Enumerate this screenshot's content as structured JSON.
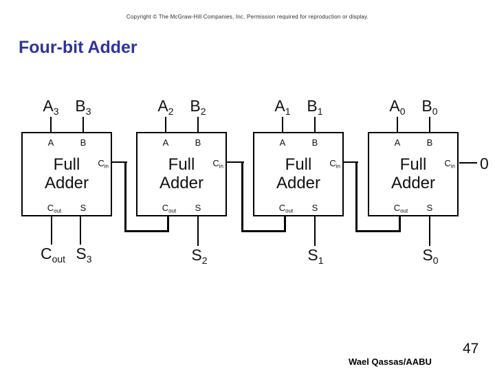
{
  "slide": {
    "copyright": "Copyright © The McGraw-Hill Companies, Inc.  Permission required for reproduction or display.",
    "title": "Four-bit Adder",
    "author": "Wael Qassas/AABU",
    "page_number": "47"
  },
  "colors": {
    "title_text": "#31339B",
    "diagram_line": "#000000",
    "body_text": "#111111",
    "background": "#FFFFFF"
  },
  "adder": {
    "name_line1": "Full",
    "name_line2": "Adder",
    "ports": {
      "a": "A",
      "b": "B",
      "s": "S",
      "c": "C",
      "cin_sub": "in",
      "cout_sub": "out"
    },
    "carry_in": {
      "value": "0"
    },
    "blocks": [
      {
        "a_main": "A",
        "a_sub": "3",
        "b_main": "B",
        "b_sub": "3",
        "s_main": "S",
        "s_sub": "3"
      },
      {
        "a_main": "A",
        "a_sub": "2",
        "b_main": "B",
        "b_sub": "2",
        "s_main": "S",
        "s_sub": "2"
      },
      {
        "a_main": "A",
        "a_sub": "1",
        "b_main": "B",
        "b_sub": "1",
        "s_main": "S",
        "s_sub": "1"
      },
      {
        "a_main": "A",
        "a_sub": "0",
        "b_main": "B",
        "b_sub": "0",
        "s_main": "S",
        "s_sub": "0"
      }
    ],
    "final_carry": {
      "main": "C",
      "sub": "out"
    }
  }
}
